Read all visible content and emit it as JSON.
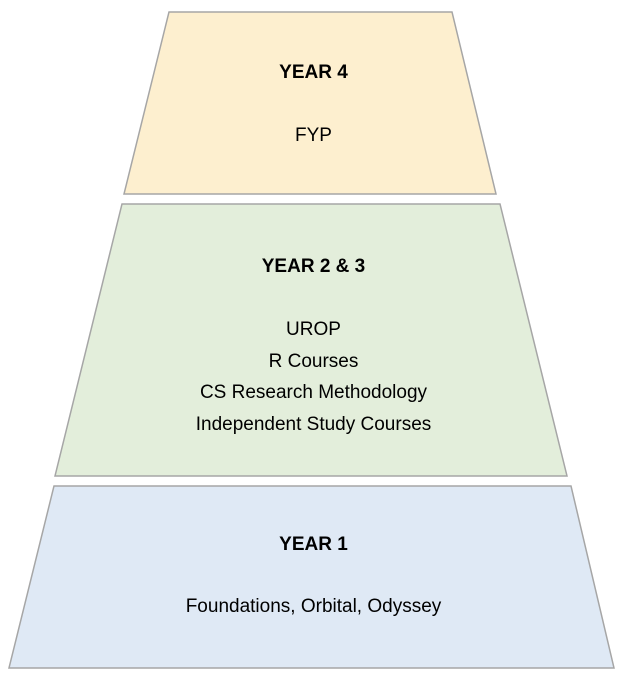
{
  "tiers": [
    {
      "title": "YEAR 4",
      "items": [
        "FYP"
      ],
      "fill": "#fdefcf"
    },
    {
      "title": "YEAR 2 & 3",
      "items": [
        "UROP",
        "R Courses",
        "CS Research Methodology",
        "Independent Study Courses"
      ],
      "fill": "#e3eedb"
    },
    {
      "title": "YEAR 1",
      "items": [
        "Foundations, Orbital, Odyssey"
      ],
      "fill": "#dfe9f5"
    }
  ],
  "outline_color": "#a6a6a6"
}
